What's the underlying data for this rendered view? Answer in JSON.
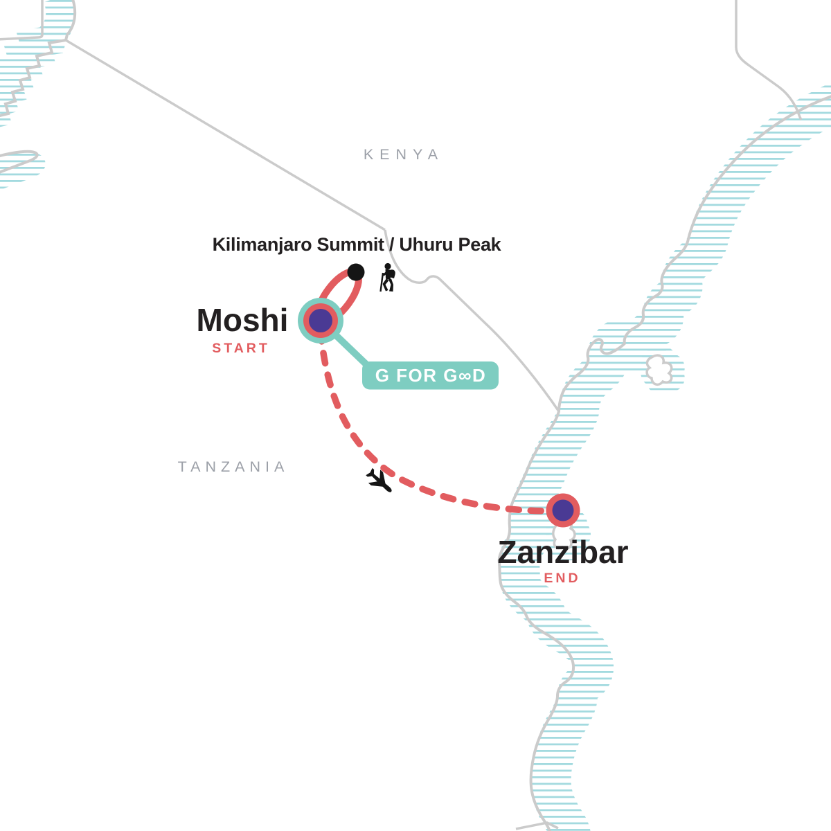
{
  "countries": [
    {
      "label": "KENYA"
    },
    {
      "label": "TANZANIA"
    }
  ],
  "route": {
    "start": {
      "name": "Moshi",
      "tag": "START"
    },
    "peak": {
      "name": "Kilimanjaro Summit / Uhuru Peak"
    },
    "end": {
      "name": "Zanzibar",
      "tag": "END"
    },
    "segments": [
      {
        "from": "Moshi",
        "to": "Kilimanjaro Summit / Uhuru Peak",
        "mode": "trek",
        "style": "solid-loop"
      },
      {
        "from": "Moshi",
        "to": "Zanzibar",
        "mode": "flight",
        "style": "dashed"
      }
    ]
  },
  "badge": {
    "label": "G FOR GOOD",
    "label_display": "G FOR G∞D"
  },
  "icons": {
    "hiker": "hiker-icon",
    "airplane": "airplane-icon",
    "summit": "summit-dot"
  },
  "colors": {
    "route_red": "#E25C5F",
    "brand_teal": "#7ECDC1",
    "marker_purple": "#4A3A94",
    "map_line_gray": "#CBCBCB",
    "water_hatch_teal": "#A3DADF",
    "country_label_gray": "#9CA0A8",
    "label_ink": "#232021",
    "icon_black": "#151515",
    "badge_text": "#FFFFFF"
  }
}
